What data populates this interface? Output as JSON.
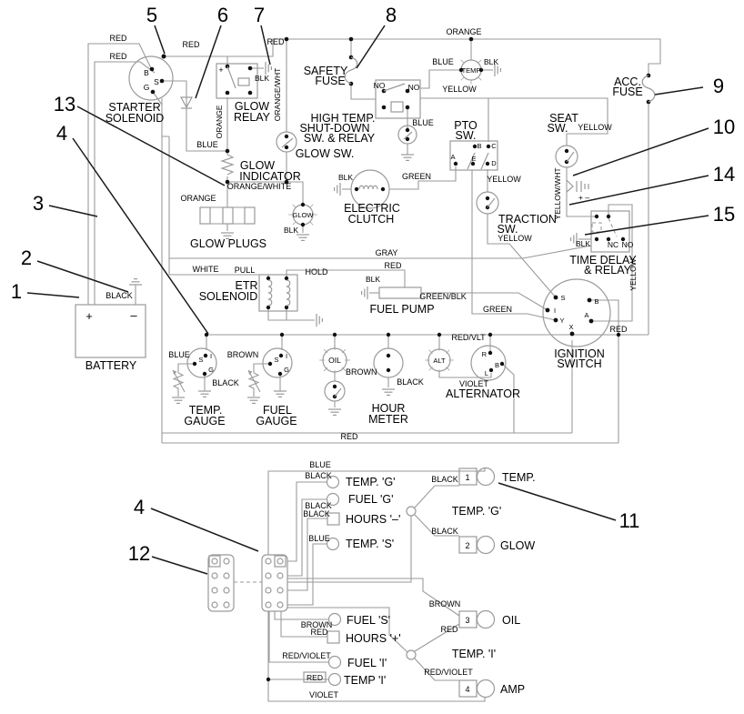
{
  "diagram": {
    "background": "#ffffff",
    "wire_color": "#9a9a9a",
    "text_color": "#000000",
    "leader_color": "#1a1a1a"
  },
  "callouts": {
    "c1": "1",
    "c2": "2",
    "c3": "3",
    "c4": "4",
    "c5": "5",
    "c6": "6",
    "c7": "7",
    "c8": "8",
    "c9": "9",
    "c10": "10",
    "c11": "11",
    "c12": "12",
    "c13": "13",
    "c14": "14",
    "c15": "15"
  },
  "wire_labels": {
    "red": "RED",
    "blue": "BLUE",
    "orange": "ORANGE",
    "orange_wht": "ORANGE/WHT",
    "orange_white": "ORANGE/WHITE",
    "blk": "BLK",
    "yellow": "YELLOW",
    "yellow_wht": "YELLOW/WHT",
    "green": "GREEN",
    "green_blk": "GREEN/BLK",
    "gray": "GRAY",
    "white": "WHITE",
    "brown": "BROWN",
    "black": "BLACK",
    "red_vlt": "RED/VLT",
    "violet": "VIOLET",
    "red_violet": "RED/VIOLET"
  },
  "components": {
    "starter_solenoid": {
      "l1": "STARTER",
      "l2": "SOLENOID",
      "t_b": "B",
      "t_s": "S",
      "t_g": "G"
    },
    "glow_relay": {
      "l1": "GLOW",
      "l2": "RELAY",
      "plus": "+"
    },
    "safety_fuse": {
      "l1": "SAFETY",
      "l2": "FUSE"
    },
    "high_temp_relay": {
      "l1": "HIGH TEMP.",
      "l2": "SHUT-DOWN",
      "l3": "SW. & RELAY",
      "no": "NO"
    },
    "temp_bulb": "TEMP",
    "glow_sw": "GLOW SW.",
    "glow_indicator": {
      "l1": "GLOW",
      "l2": "INDICATOR"
    },
    "glow_bulb": "GLOW",
    "glow_plugs": "GLOW PLUGS",
    "electric_clutch": {
      "l1": "ELECTRIC",
      "l2": "CLUTCH"
    },
    "pto_sw": {
      "l1": "PTO",
      "l2": "SW.",
      "a": "A",
      "b": "B",
      "c": "C",
      "d": "D",
      "e": "E"
    },
    "seat_sw": {
      "l1": "SEAT",
      "l2": "SW."
    },
    "acc_fuse": {
      "l1": "ACC.",
      "l2": "FUSE"
    },
    "traction_sw": {
      "l1": "TRACTION",
      "l2": "SW."
    },
    "time_delay_relay": {
      "l1": "TIME DELAY",
      "l2": "& RELAY",
      "nc": "NC",
      "no": "NO"
    },
    "diode_pack": {
      "polarity": "+ –"
    },
    "etr_solenoid": {
      "l1": "ETR",
      "l2": "SOLENOID",
      "pull": "PULL",
      "hold": "HOLD"
    },
    "fuel_pump": "FUEL PUMP",
    "ignition_switch": {
      "l1": "IGNITION",
      "l2": "SWITCH",
      "s": "S",
      "i": "I",
      "y": "Y",
      "x": "X",
      "a": "A",
      "b": "B"
    },
    "battery": {
      "label": "BATTERY",
      "plus": "+",
      "minus": "–"
    },
    "temp_gauge": {
      "l1": "TEMP.",
      "l2": "GAUGE",
      "i": "I",
      "s": "S",
      "g": "G"
    },
    "fuel_gauge": {
      "l1": "FUEL",
      "l2": "GAUGE",
      "i": "I",
      "s": "S",
      "g": "G"
    },
    "oil_bulb": "OIL",
    "hour_meter": {
      "l1": "HOUR",
      "l2": "METER"
    },
    "alt_bulb": "ALT",
    "alternator": {
      "label": "ALTERNATOR",
      "r": "R",
      "b": "B",
      "l": "L"
    }
  },
  "harness": {
    "items": {
      "temp_g": "TEMP. 'G'",
      "fuel_g": "FUEL 'G'",
      "hours_minus": "HOURS '–'",
      "temp_s": "TEMP. 'S'",
      "fuel_s": "FUEL 'S'",
      "hours_plus": "HOURS '+'",
      "fuel_i": "FUEL 'I'",
      "temp_i": "TEMP 'I'"
    },
    "outputs": {
      "o1": {
        "num": "1",
        "label": "TEMP."
      },
      "o2": {
        "num": "2",
        "label": "GLOW"
      },
      "o3": {
        "num": "3",
        "label": "OIL"
      },
      "o4": {
        "num": "4",
        "label": "AMP"
      }
    },
    "groups": {
      "temp_g": "TEMP. 'G'",
      "temp_i": "TEMP. 'I'"
    }
  }
}
